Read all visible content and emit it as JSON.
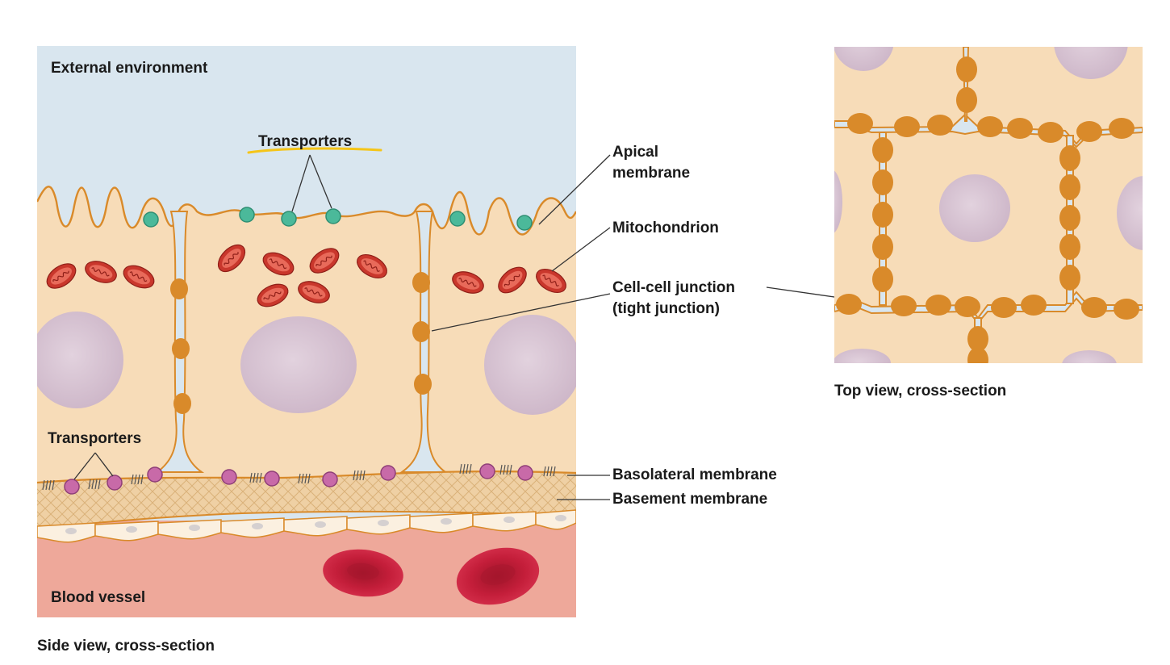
{
  "labels": {
    "external_environment": "External environment",
    "transporters_top": "Transporters",
    "apical_membrane": "Apical\nmembrane",
    "mitochondrion": "Mitochondrion",
    "cell_cell_junction": "Cell-cell junction\n(tight junction)",
    "transporters_bottom": "Transporters",
    "basolateral_membrane": "Basolateral membrane",
    "basement_membrane": "Basement membrane",
    "blood_vessel": "Blood vessel",
    "side_view_caption": "Side view, cross-section",
    "top_view_caption": "Top view, cross-section"
  },
  "colors": {
    "external": "#d9e6ef",
    "cytoplasm": "#f7dcb8",
    "membrane": "#d98a2a",
    "junction": "#d98a2a",
    "nucleus": "#d7c3d3",
    "mitochondrion": "#c9372c",
    "apical_transporter": "#4bb99a",
    "basal_transporter": "#c86aa8",
    "basement": "#efd0a4",
    "blood": "#eea89a",
    "rbc": "#c41e3a",
    "highlight": "#f5c518",
    "leader": "#333333"
  }
}
